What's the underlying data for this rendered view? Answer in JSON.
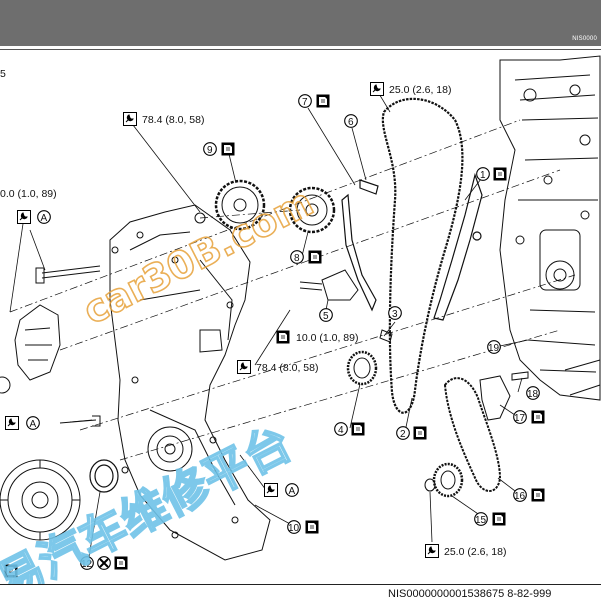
{
  "header": {
    "code": "NIS0000"
  },
  "footer": {
    "code": "NIS0000000001538675 8-82-999"
  },
  "page_label": "5",
  "torques": {
    "t1": "78.4 (8.0, 58)",
    "t2": "25.0 (2.6, 18)",
    "t3": "0.0 (1.0, 89)",
    "t4": "10.0 (1.0, 89)",
    "t5": "78.4 (8.0, 58)",
    "t6": "25.0 (2.6, 18)"
  },
  "callouts": {
    "c1": "1",
    "c2": "2",
    "c3": "3",
    "c4": "4",
    "c5": "5",
    "c6": "6",
    "c7": "7",
    "c8": "8",
    "c9": "9",
    "c10": "10",
    "c12": "12",
    "c15": "15",
    "c16": "16",
    "c17": "17",
    "c18": "18",
    "c19": "19"
  },
  "marks": {
    "a": "A"
  },
  "watermark": {
    "line1": "car30B.com",
    "line2": "易汽车维修平台"
  }
}
